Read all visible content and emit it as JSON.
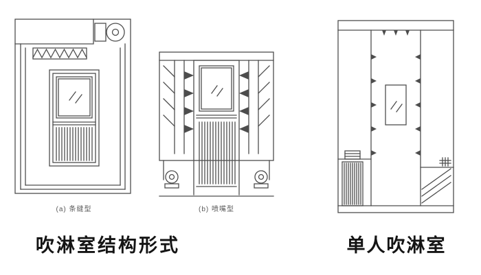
{
  "figure": {
    "left_panel": {
      "caption": "吹淋室结构形式",
      "label_a": "(a) 条缝型",
      "label_b": "(b) 喷嘴型"
    },
    "right_panel": {
      "caption": "单人吹淋室"
    }
  },
  "colors": {
    "line": "#4d4d4d",
    "caption_text": "#141414",
    "label_text": "#5a5a5a",
    "background": "#ffffff"
  }
}
